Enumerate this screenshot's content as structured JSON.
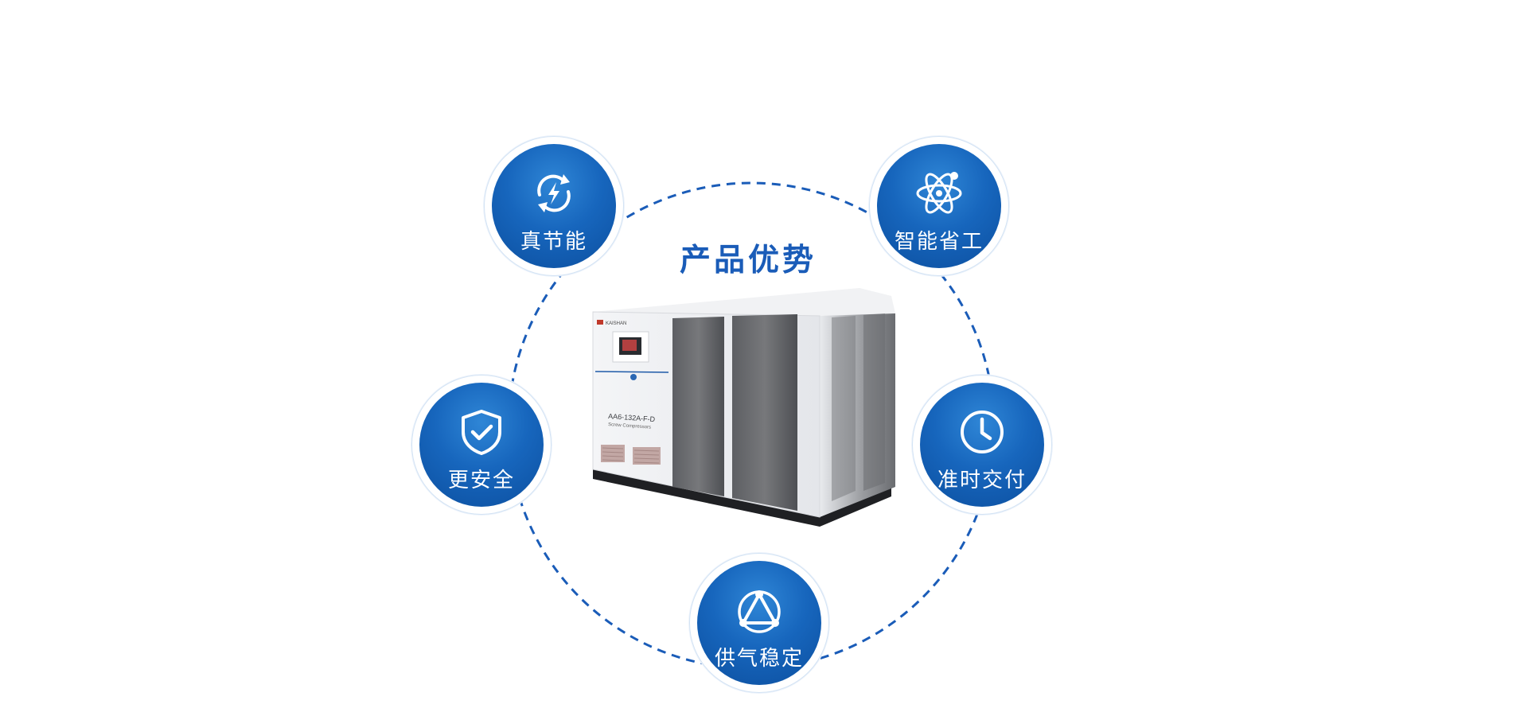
{
  "heading": "产品优势",
  "accent_color": "#1a5cb8",
  "features": [
    {
      "label": "真节能",
      "icon": "energy-cycle-icon"
    },
    {
      "label": "智能省工",
      "icon": "atom-icon"
    },
    {
      "label": "更安全",
      "icon": "shield-check-icon"
    },
    {
      "label": "准时交付",
      "icon": "clock-icon"
    },
    {
      "label": "供气稳定",
      "icon": "stable-triangle-icon"
    }
  ],
  "product": {
    "model_text": "AA6-132A-F-D",
    "subtitle_text": "Screw Compressors",
    "brand_text": "KAISHAN"
  }
}
